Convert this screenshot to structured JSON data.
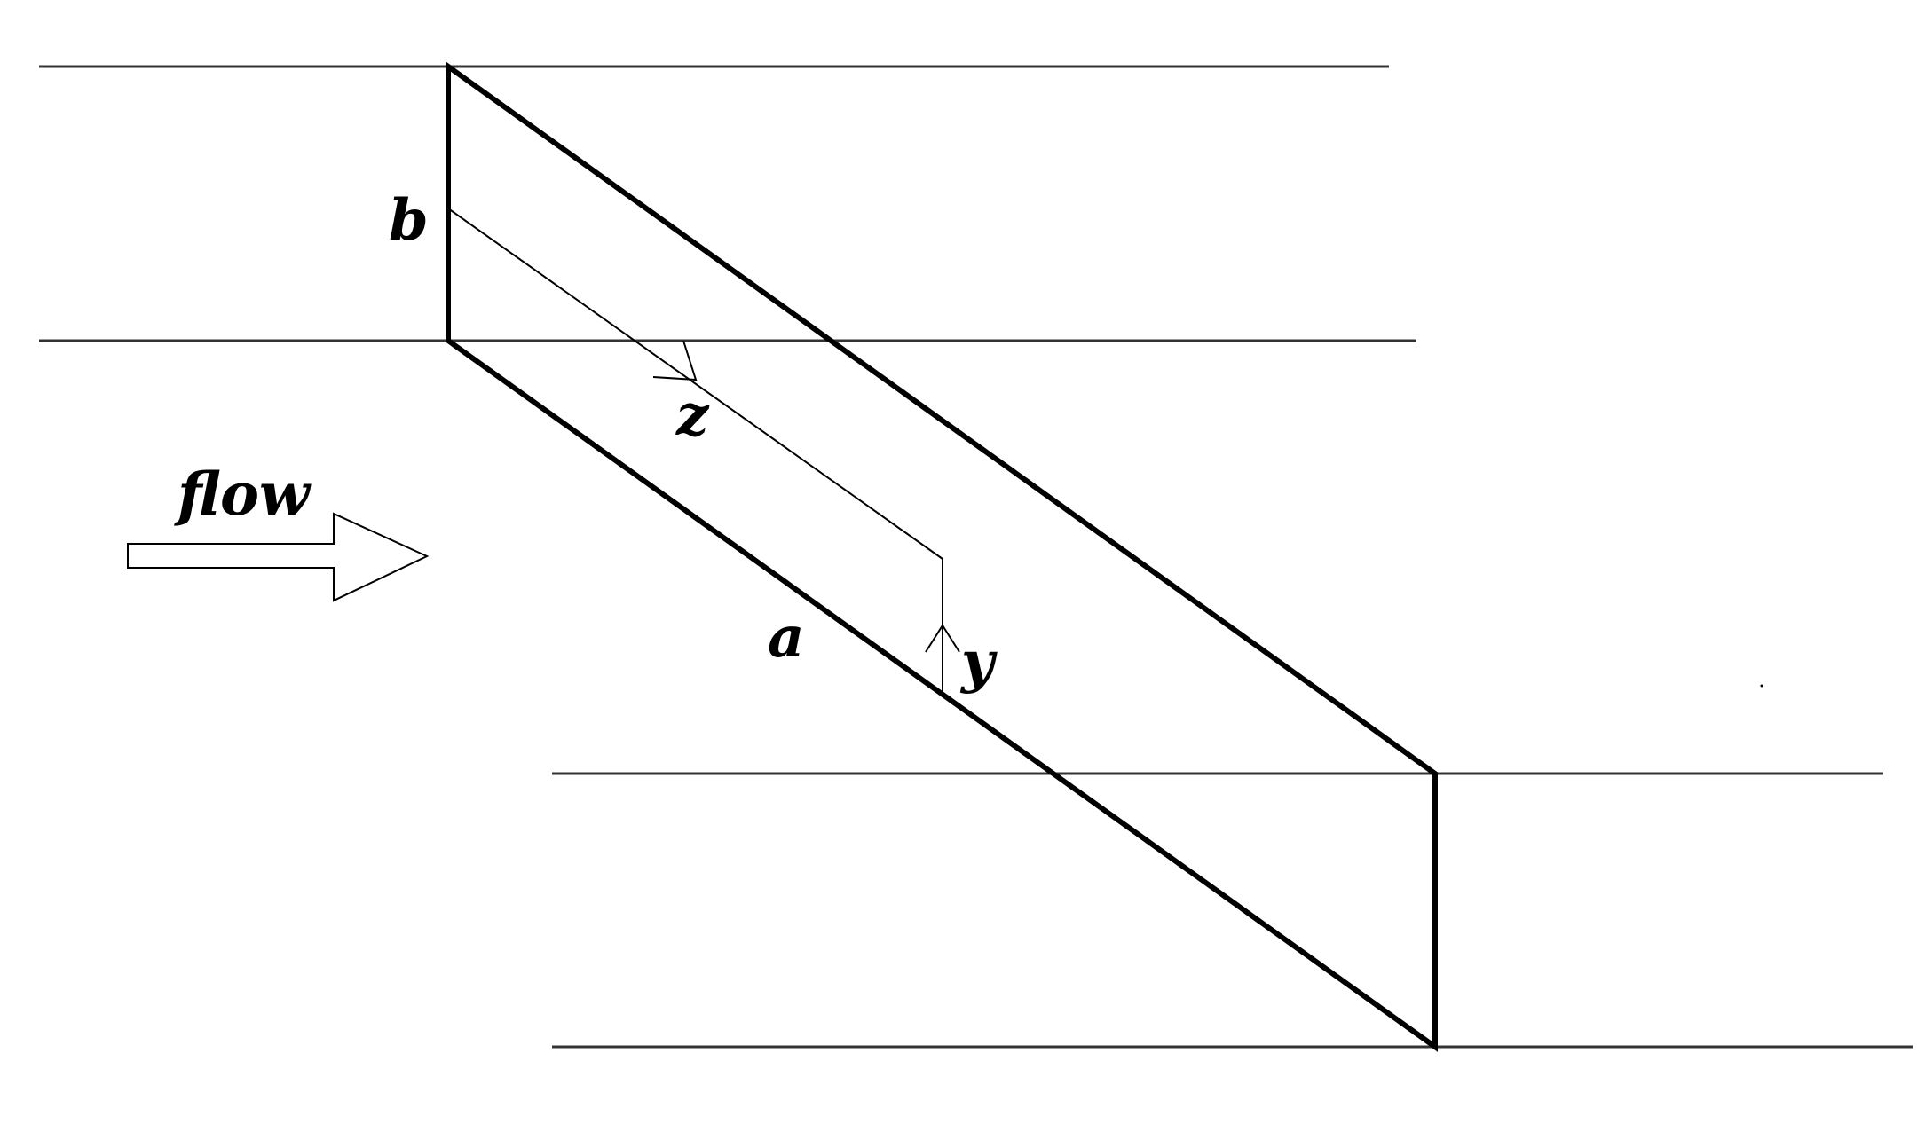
{
  "labels": {
    "b": "b",
    "z": "z",
    "flow": "flow",
    "a": "a",
    "y": "y"
  },
  "colors": {
    "stroke": "#000000",
    "thin_line": "#333333",
    "background": "#ffffff"
  }
}
